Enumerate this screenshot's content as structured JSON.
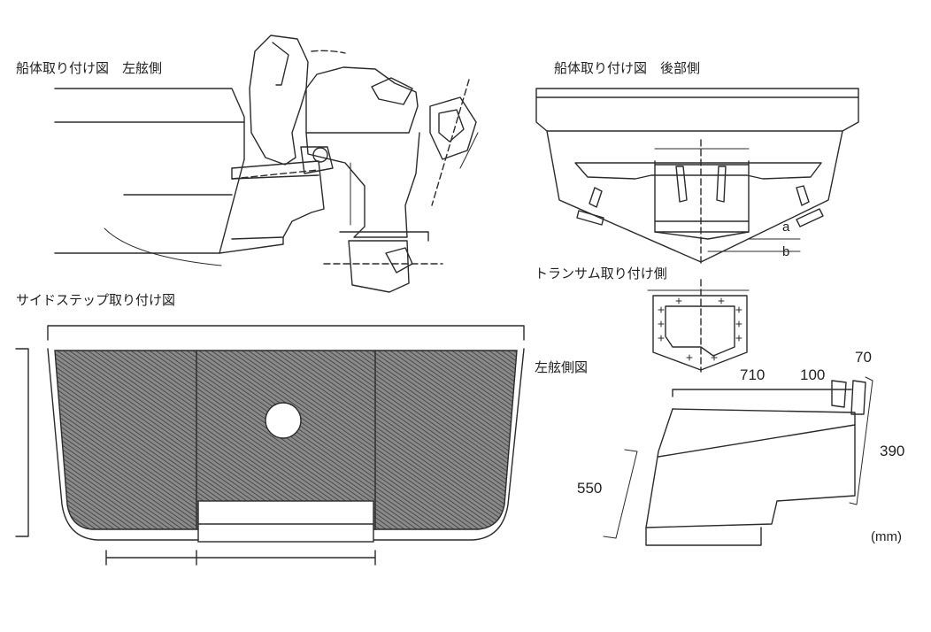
{
  "labels": {
    "hull_side": "船体取り付け図　左舷側",
    "hull_rear": "船体取り付け図　後部側",
    "transom": "トランサム取り付け側",
    "side_step": "サイドステップ取り付け図",
    "port_side": "左舷側図"
  },
  "markers": {
    "a": "a",
    "b": "b"
  },
  "dimensions": {
    "d710": "710",
    "d100": "100",
    "d70": "70",
    "d390": "390",
    "d550": "550",
    "unit": "(mm)"
  },
  "colors": {
    "ink": "#2b2b2b",
    "hatch": "#555555",
    "paper": "#ffffff"
  }
}
